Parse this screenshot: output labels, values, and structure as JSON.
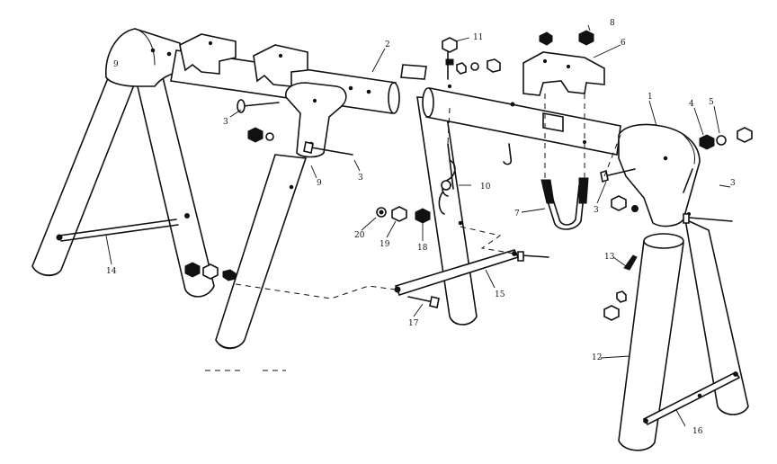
{
  "callouts": [
    {
      "id": "c1",
      "text": "1"
    },
    {
      "id": "c2",
      "text": "2"
    },
    {
      "id": "c3a",
      "text": "3"
    },
    {
      "id": "c3b",
      "text": "3"
    },
    {
      "id": "c3c",
      "text": "3"
    },
    {
      "id": "c3d",
      "text": "3"
    },
    {
      "id": "c4",
      "text": "4"
    },
    {
      "id": "c5",
      "text": "5"
    },
    {
      "id": "c6",
      "text": "6"
    },
    {
      "id": "c7",
      "text": "7"
    },
    {
      "id": "c8",
      "text": "8"
    },
    {
      "id": "c9a",
      "text": "9"
    },
    {
      "id": "c9b",
      "text": "9"
    },
    {
      "id": "c10",
      "text": "10"
    },
    {
      "id": "c11",
      "text": "11"
    },
    {
      "id": "c12",
      "text": "12"
    },
    {
      "id": "c13",
      "text": "13"
    },
    {
      "id": "c14",
      "text": "14"
    },
    {
      "id": "c15",
      "text": "15"
    },
    {
      "id": "c16",
      "text": "16"
    },
    {
      "id": "c17",
      "text": "17"
    },
    {
      "id": "c18",
      "text": "18"
    },
    {
      "id": "c19",
      "text": "19"
    },
    {
      "id": "c20",
      "text": "20"
    }
  ]
}
